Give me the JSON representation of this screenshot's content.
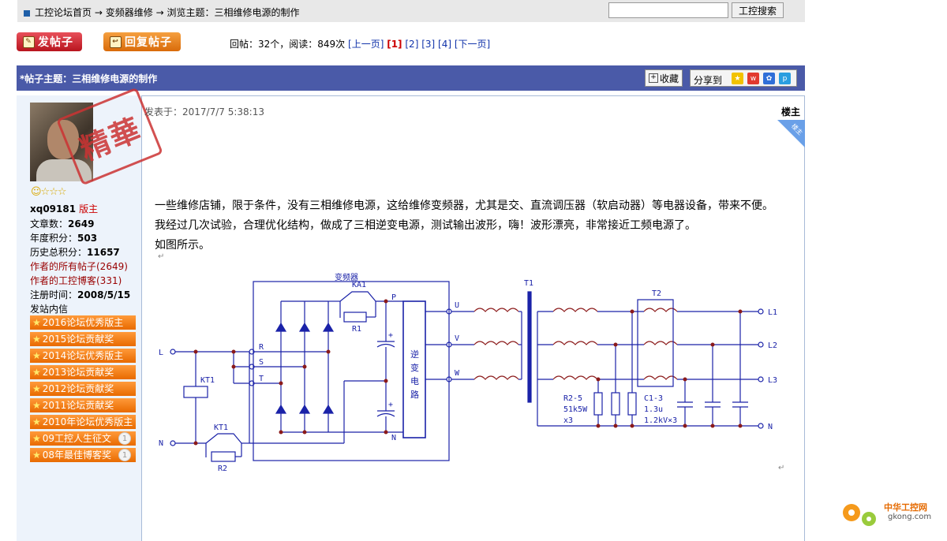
{
  "breadcrumb": {
    "home": "工控论坛首页",
    "arrow1": "→",
    "section": "变频器维修",
    "arrow2": "→",
    "current": "浏览主题：三相维修电源的制作"
  },
  "search": {
    "value": "",
    "button": "工控搜索"
  },
  "actions": {
    "post": "发帖子",
    "reply": "回复帖子"
  },
  "stats": {
    "text": "回帖：32个，阅读：849次",
    "prev": "[上一页]",
    "pages": [
      "[1]",
      "[2]",
      "[3]",
      "[4]"
    ],
    "current_page": "[1]",
    "next": "[下一页]"
  },
  "topic": {
    "title": "*帖子主题：三相维修电源的制作",
    "fav": "收藏",
    "share": "分享到"
  },
  "author": {
    "stamp": "精華",
    "name": "xq09181",
    "role": "版主",
    "stars": "☺☆☆☆",
    "articles_label": "文章数：",
    "articles": "2649",
    "year_label": "年度积分：",
    "year": "503",
    "total_label": "历史总积分：",
    "total": "11657",
    "all_posts": "作者的所有帖子(2649)",
    "blog": "作者的工控博客(331)",
    "reg_label": "注册时间：",
    "reg": "2008/5/15",
    "awards_title": "发站内信",
    "awards": [
      {
        "label": "2016论坛优秀版主",
        "badge": ""
      },
      {
        "label": "2015论坛贡献奖",
        "badge": ""
      },
      {
        "label": "2014论坛优秀版主",
        "badge": ""
      },
      {
        "label": "2013论坛贡献奖",
        "badge": ""
      },
      {
        "label": "2012论坛贡献奖",
        "badge": ""
      },
      {
        "label": "2011论坛贡献奖",
        "badge": ""
      },
      {
        "label": "2010年论坛优秀版主",
        "badge": ""
      },
      {
        "label": "09工控人生征文",
        "badge": "1"
      },
      {
        "label": "08年最佳博客奖",
        "badge": "1"
      }
    ]
  },
  "post": {
    "date": "发表于：2017/7/7 5:38:13",
    "tag": "楼主",
    "corner": "楼主",
    "lines": [
      "一些维修店铺，限于条件，没有三相维修电源，这给维修变频器，尤其是交、直流调压器（软启动器）等电器设备，带来不便。",
      "我经过几次试验，合理优化结构，做成了三相逆变电源，测试输出波形，嗨！波形漂亮，非常接近工频电源了。",
      "如图所示。"
    ],
    "ret": "↵"
  },
  "schematic": {
    "inverter_box": "变频器",
    "inverter_core": [
      "逆",
      "变",
      "电",
      "路"
    ],
    "L": "L",
    "N": "N",
    "R": "R",
    "S": "S",
    "T": "T",
    "P": "P",
    "Nb": "N",
    "KA1": "KA1",
    "R1": "R1",
    "KT1": "KT1",
    "KT1b": "KT1",
    "R2": "R2",
    "U": "U",
    "V": "V",
    "W": "W",
    "T1": "T1",
    "T2": "T2",
    "plus1": "+",
    "plus2": "+",
    "L1": "L1",
    "L2": "L2",
    "L3": "L3",
    "Nout": "N",
    "R25": [
      "R2-5",
      "51k5W",
      "x3"
    ],
    "C13": [
      "C1-3",
      "1.3u",
      "1.2kV×3"
    ]
  },
  "logo": {
    "name": "中华工控网",
    "domain": "gkong.com"
  },
  "colors": {
    "topic_bar": "#4a5aa8",
    "schematic": "#1a22a8",
    "accent_red": "#8b1a1a"
  }
}
